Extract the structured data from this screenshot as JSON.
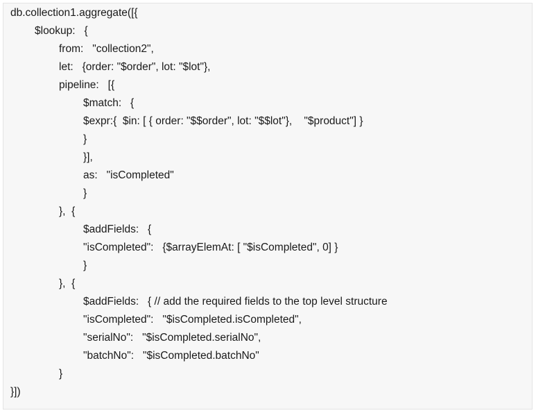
{
  "code_block": {
    "lines": [
      "db.collection1.aggregate([{",
      "$lookup:   {",
      "from:   \"collection2\",",
      "let:   {order: \"$order\", lot: \"$lot\"},",
      "pipeline:   [{",
      "$match:   {",
      "$expr:{  $in: [ { order: \"$$order\", lot: \"$$lot\"},    \"$product\"] }",
      "}",
      "}],",
      "as:   \"isCompleted\"",
      "}",
      "},  {",
      "$addFields:   {",
      "\"isCompleted\":   {$arrayElemAt: [ \"$isCompleted\", 0] }",
      "}",
      "},  {",
      "$addFields:   { // add the required fields to the top level structure",
      "\"isCompleted\":   \"$isCompleted.isCompleted\",",
      "\"serialNo\":   \"$isCompleted.serialNo\",",
      "\"batchNo\":   \"$isCompleted.batchNo\"",
      "}",
      "}])"
    ]
  }
}
